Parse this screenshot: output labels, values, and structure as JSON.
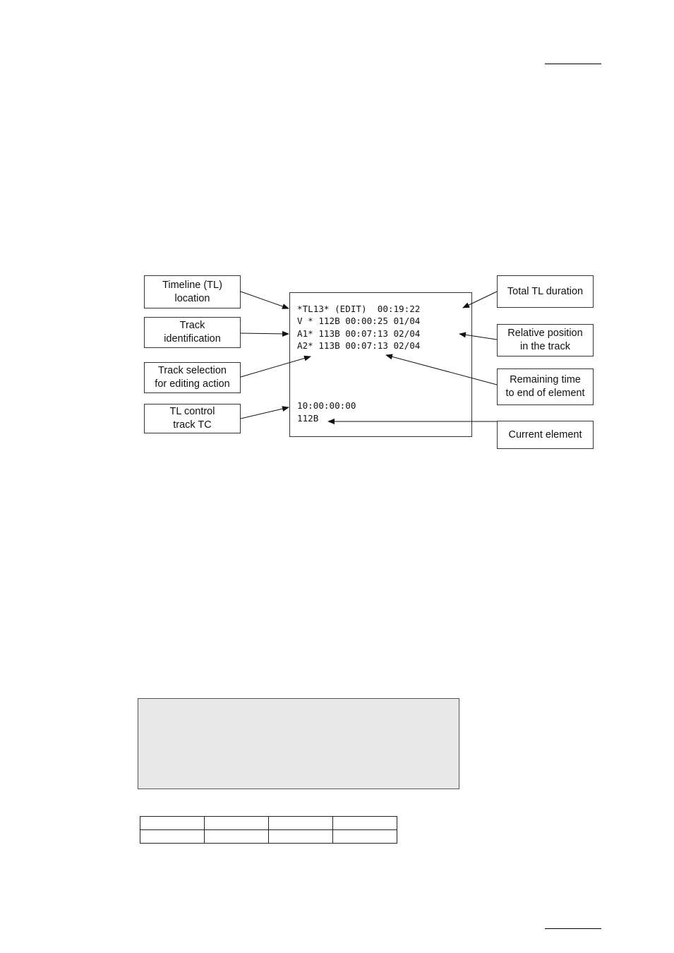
{
  "diagram": {
    "callouts": {
      "timeline_location": "Timeline (TL)\nlocation",
      "track_identification": "Track\nidentification",
      "track_selection": "Track selection\nfor editing action",
      "control_track_tc": "TL control\ntrack TC",
      "total_duration": "Total TL duration",
      "relative_position": "Relative position\nin the track",
      "remaining_time": "Remaining time\nto end of element",
      "current_element": "Current element"
    },
    "screen": {
      "line1": "*TL13* (EDIT)  00:19:22",
      "line2": "V * 112B 00:00:25 01/04",
      "line3": "A1* 113B 00:07:13 02/04",
      "line4": "A2* 113B 00:07:13 02/04",
      "tc_line": "10:00:00:00",
      "element_line": "112B"
    }
  },
  "table": {
    "rows": 2,
    "columns": 4
  }
}
